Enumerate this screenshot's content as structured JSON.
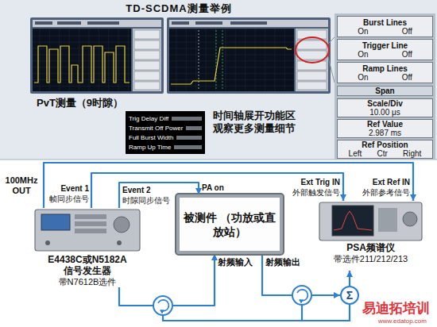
{
  "diagram": {
    "title": "TD-SCDMA测量举例",
    "nodes": [
      {
        "text": [
          "Burst Lines",
          "On",
          "Off"
        ]
      },
      {
        "text": [
          "Trigger Line",
          "On",
          "Off"
        ]
      },
      {
        "text": [
          "Ramp Lines",
          "On",
          "Off"
        ]
      },
      {
        "text": [
          "Span"
        ]
      },
      {
        "text": [
          "Scale/Div",
          "10.00 μs"
        ]
      },
      {
        "text": [
          "Ref Value",
          "2.987 ms"
        ]
      },
      {
        "text": [
          "Ref Position",
          "Left",
          "Ctr",
          "Right"
        ]
      },
      {
        "text": [
          "Trig Delay Diff",
          "Transmit Off Power",
          "Full Burst Width",
          "Ramp Up Time"
        ]
      },
      {
        "text": [
          "E4438C或N5182A 信号发生器",
          "带N7612B选件"
        ]
      },
      {
        "text": [
          "被测件 （功放或直放站）"
        ]
      },
      {
        "text": [
          "PSA频谱仪",
          "带选件211/212/213"
        ]
      },
      {
        "text": [
          "Σ"
        ]
      }
    ],
    "edges": [
      {
        "from": 8,
        "to": 10,
        "arrow": "to"
      },
      {
        "from": 8,
        "to": 10,
        "arrow": "to"
      },
      {
        "from": 8,
        "to": 9,
        "arrow": "to"
      },
      {
        "from": 8,
        "to": 9,
        "arrow": "to"
      },
      {
        "from": 9,
        "to": 11,
        "arrow": "to"
      },
      {
        "from": 11,
        "to": 10,
        "arrow": "to"
      }
    ],
    "labels": [
      "PvT测量（9时隙）",
      "时间轴展开功能区 观察更多测量细节",
      "100MHz OUT",
      "Event 1",
      "帧同步信号",
      "Event 2",
      "时隙同步信号",
      "PA on",
      "Ext Trig IN",
      "外部触发信号",
      "Ext Ref IN",
      "外部参考信号",
      "射频输入",
      "射频输出",
      "易迪拓培训",
      "www.edatop.com"
    ]
  }
}
